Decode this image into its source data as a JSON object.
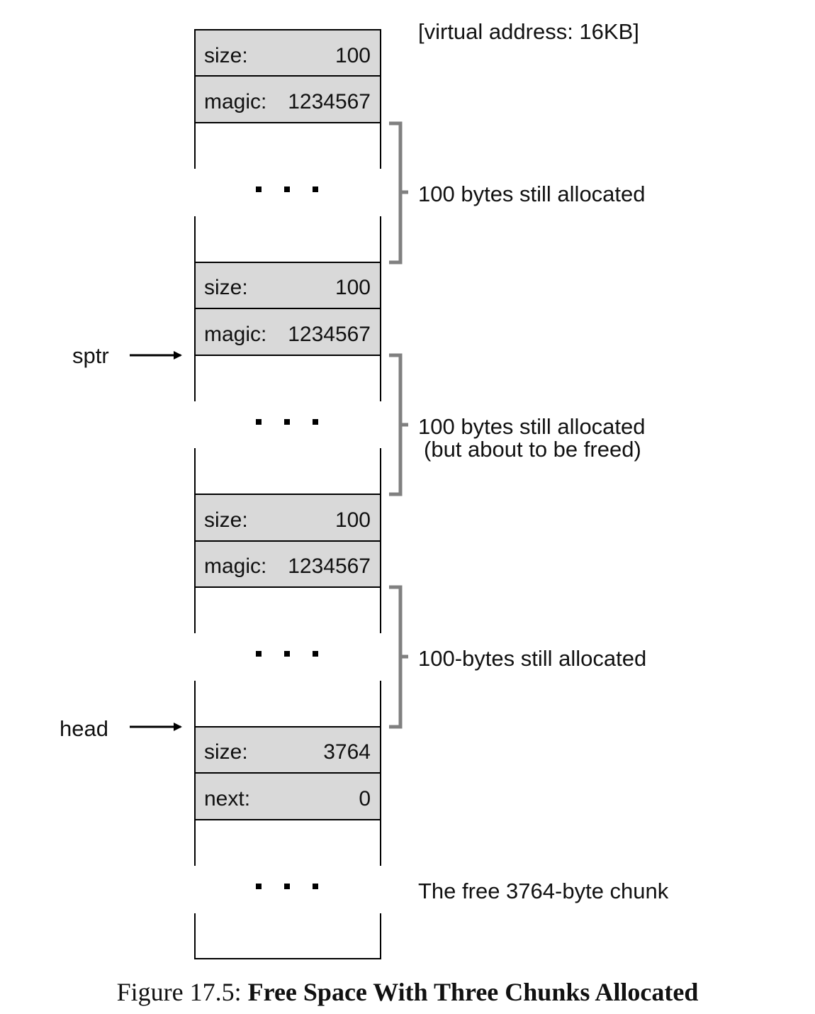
{
  "address_label": "[virtual address: 16KB]",
  "chunks": [
    {
      "header": [
        {
          "key": "size:",
          "value": "100"
        },
        {
          "key": "magic:",
          "value": "1234567"
        }
      ],
      "annotation": [
        "100 bytes still allocated"
      ]
    },
    {
      "header": [
        {
          "key": "size:",
          "value": "100"
        },
        {
          "key": "magic:",
          "value": "1234567"
        }
      ],
      "annotation": [
        "100 bytes still allocated",
        "(but about to be freed)"
      ]
    },
    {
      "header": [
        {
          "key": "size:",
          "value": "100"
        },
        {
          "key": "magic:",
          "value": "1234567"
        }
      ],
      "annotation": [
        "100-bytes still allocated"
      ]
    },
    {
      "header": [
        {
          "key": "size:",
          "value": "3764"
        },
        {
          "key": "next:",
          "value": "0"
        }
      ],
      "annotation": [
        "The free 3764-byte chunk"
      ]
    }
  ],
  "pointers": {
    "sptr": "sptr",
    "head": "head"
  },
  "caption": {
    "prefix": "Figure 17.5: ",
    "title": "Free Space With Three Chunks Allocated"
  },
  "colors": {
    "header_fill": "#d9d9d9",
    "bracket": "#808080",
    "line": "#000000"
  }
}
